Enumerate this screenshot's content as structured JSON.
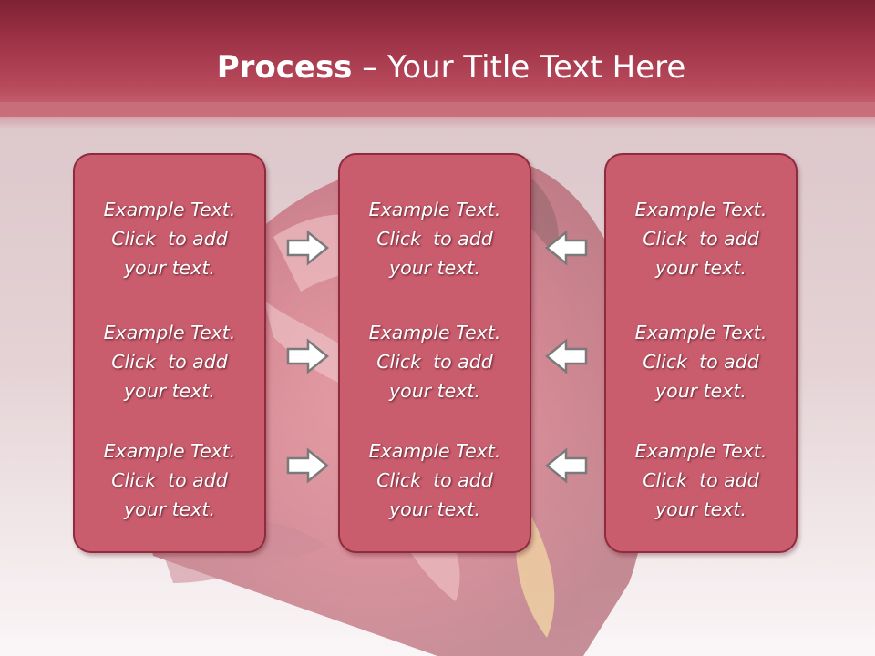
{
  "slide": {
    "title_bold": "Process",
    "title_rest": " – Your Title Text Here"
  },
  "columns": [
    {
      "items": [
        {
          "line1": "Example Text.",
          "line2": "Click  to add",
          "line3": "your text."
        },
        {
          "line1": "Example Text.",
          "line2": "Click  to add",
          "line3": "your text."
        },
        {
          "line1": "Example Text.",
          "line2": "Click  to add",
          "line3": "your text."
        }
      ]
    },
    {
      "items": [
        {
          "line1": "Example Text.",
          "line2": "Click  to add",
          "line3": "your text."
        },
        {
          "line1": "Example Text.",
          "line2": "Click  to add",
          "line3": "your text."
        },
        {
          "line1": "Example Text.",
          "line2": "Click  to add",
          "line3": "your text."
        }
      ]
    },
    {
      "items": [
        {
          "line1": "Example Text.",
          "line2": "Click  to add",
          "line3": "your text."
        },
        {
          "line1": "Example Text.",
          "line2": "Click  to add",
          "line3": "your text."
        },
        {
          "line1": "Example Text.",
          "line2": "Click  to add",
          "line3": "your text."
        }
      ]
    }
  ],
  "arrows": {
    "left_column_direction": "right",
    "right_column_direction": "left",
    "icon": "block-arrow-icon"
  },
  "colors": {
    "header": "#9e3246",
    "box_fill": "#c95c6d",
    "box_border": "#8e2c3e",
    "text": "#ffffff"
  }
}
